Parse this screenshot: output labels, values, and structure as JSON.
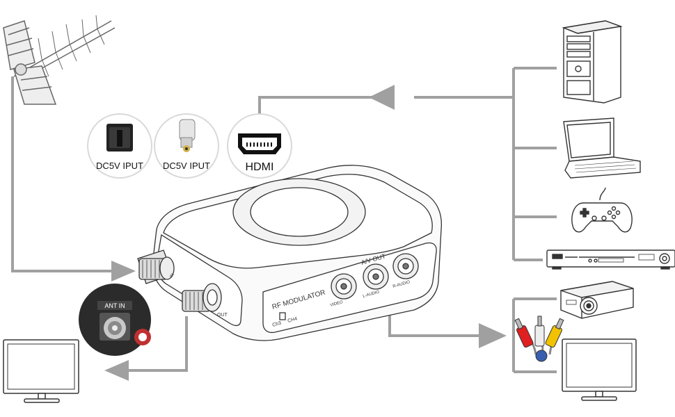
{
  "labels": {
    "dc_input_1": "DC5V IPUT",
    "dc_input_2": "DC5V IPUT",
    "hdmi": "HDMI",
    "ant_in": "ANT IN",
    "rf_modulator": "RF MODULATOR",
    "av_out": "A/V OUT",
    "video": "VIDEO",
    "l_audio": "L-AUDIO",
    "r_audio": "R-AUDIO",
    "ch3": "Ch3",
    "ch4": "CH4",
    "in_port": "IN",
    "out_port": "OUT"
  },
  "colors": {
    "line": "#a0a0a0",
    "device_stroke": "#333333",
    "badge_bg": "#d9d9d9",
    "plug_red": "#e02020",
    "plug_yellow": "#f2c200",
    "plug_white": "#eeeeee"
  }
}
